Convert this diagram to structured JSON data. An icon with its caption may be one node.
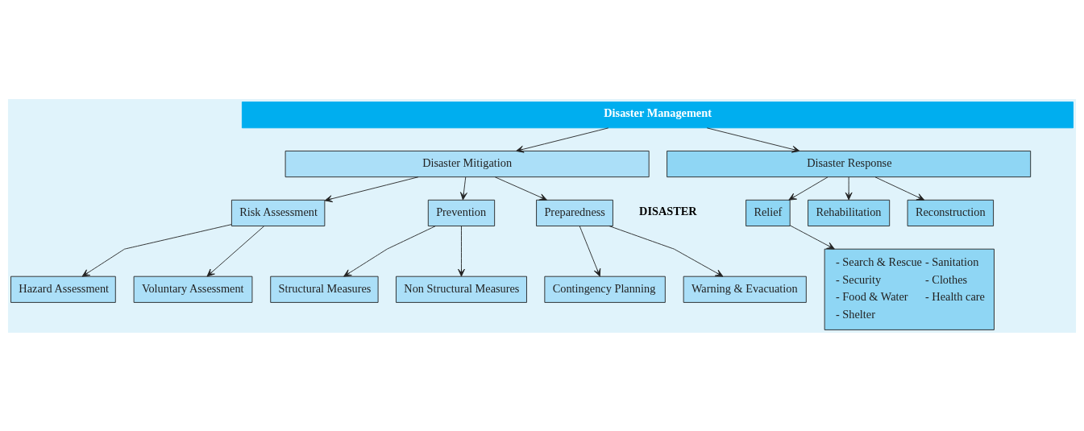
{
  "diagram": {
    "nodes": [
      {
        "text": [
          "Disaster Management"
        ]
      },
      {
        "text": [
          "Disaster Mitigation"
        ]
      },
      {
        "text": [
          "Disaster Response"
        ]
      },
      {
        "text": [
          "Risk Assessment"
        ]
      },
      {
        "text": [
          "Prevention"
        ]
      },
      {
        "text": [
          "Preparedness"
        ]
      },
      {
        "text": [
          "Relief"
        ]
      },
      {
        "text": [
          "Rehabilitation"
        ]
      },
      {
        "text": [
          "Reconstruction"
        ]
      },
      {
        "text": [
          "Hazard Assessment"
        ]
      },
      {
        "text": [
          "Voluntary Assessment"
        ]
      },
      {
        "text": [
          "Structural Measures"
        ]
      },
      {
        "text": [
          "Non Structural Measures"
        ]
      },
      {
        "text": [
          "Contingency Planning"
        ]
      },
      {
        "text": [
          "Warning & Evacuation"
        ]
      },
      {
        "text": [
          "- Search & Rescue",
          "- Security",
          "- Food & Water",
          "- Shelter",
          "- Sanitation",
          "- Clothes",
          "- Health care"
        ]
      }
    ],
    "edges": [
      {
        "from": 0,
        "to": 1,
        "arrow": "to"
      },
      {
        "from": 0,
        "to": 2,
        "arrow": "to"
      },
      {
        "from": 1,
        "to": 3,
        "arrow": "to"
      },
      {
        "from": 1,
        "to": 4,
        "arrow": "to"
      },
      {
        "from": 1,
        "to": 5,
        "arrow": "to"
      },
      {
        "from": 2,
        "to": 6,
        "arrow": "to"
      },
      {
        "from": 2,
        "to": 7,
        "arrow": "to"
      },
      {
        "from": 2,
        "to": 8,
        "arrow": "to"
      },
      {
        "from": 3,
        "to": 9,
        "arrow": "to"
      },
      {
        "from": 3,
        "to": 10,
        "arrow": "to"
      },
      {
        "from": 4,
        "to": 11,
        "arrow": "to"
      },
      {
        "from": 4,
        "to": 12,
        "arrow": "to"
      },
      {
        "from": 5,
        "to": 13,
        "arrow": "to"
      },
      {
        "from": 5,
        "to": 14,
        "arrow": "to"
      },
      {
        "from": 6,
        "to": 15,
        "arrow": "to"
      }
    ],
    "labels": [
      "DISASTER"
    ]
  }
}
